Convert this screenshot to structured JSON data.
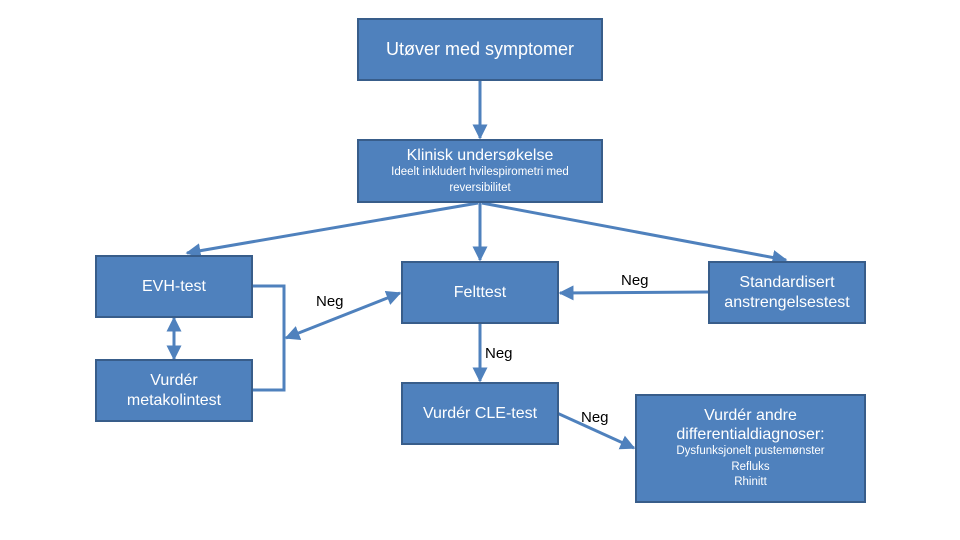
{
  "nodes": {
    "start": {
      "label": "Utøver med symptomer"
    },
    "clinical": {
      "label": "Klinisk undersøkelse",
      "sub_line1": "Ideelt inkludert hvilespirometri med",
      "sub_line2": "reversibilitet"
    },
    "evh": {
      "label": "EVH-test"
    },
    "metakolin": {
      "line1": "Vurdér",
      "line2": "metakolintest"
    },
    "felttest": {
      "label": "Felttest"
    },
    "standard": {
      "line1": "Standardisert",
      "line2": "anstrengelsestest"
    },
    "cle": {
      "label": "Vurdér CLE-test"
    },
    "andre": {
      "line1": "Vurdér andre",
      "line2": "differentialdiagnoser:",
      "item1": "Dysfunksjonelt pustemønster",
      "item2": "Refluks",
      "item3": "Rhinitt"
    }
  },
  "edge_labels": {
    "neg_left": "Neg",
    "neg_right": "Neg",
    "neg_down": "Neg",
    "neg_cle": "Neg"
  },
  "colors": {
    "box_fill": "#4f81bd",
    "box_border": "#385d8a",
    "arrow": "#4f81bd",
    "text": "#ffffff"
  }
}
